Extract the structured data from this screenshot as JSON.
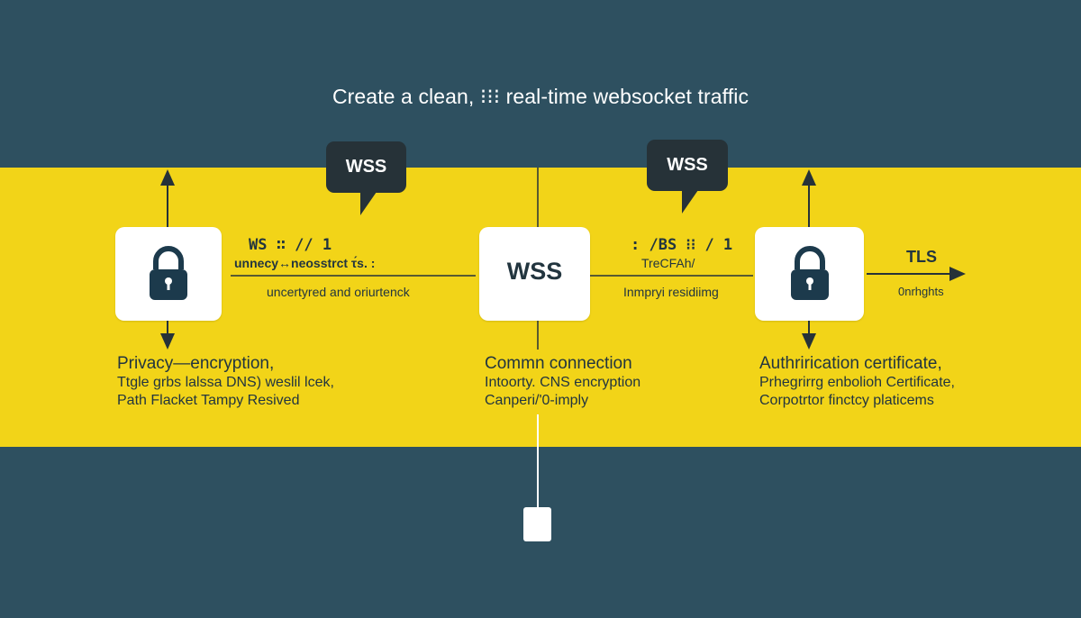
{
  "title": "Create a clean, ⁝⁝⁝ real-time websocket traffic",
  "colors": {
    "background": "#2e5060",
    "band": "#f2d418",
    "dark": "#263238",
    "box": "#ffffff"
  },
  "bubbles": {
    "left": "WSS",
    "right": "WSS"
  },
  "boxes": {
    "left_icon": "lock-icon",
    "center": "WSS",
    "right_icon": "lock-icon"
  },
  "link_left": {
    "top": "WS ∷ // 1",
    "mid": "unnecy↔neosstrct τ́s. :",
    "bottom": "uncertyred and oriurtenck"
  },
  "link_right": {
    "top": ": /BS ⁝⁝ / 1",
    "mid": "TreCFAh/",
    "bottom": "Inmpryi residiimg"
  },
  "tls": {
    "label": "TLS",
    "caption": "0nrhghts"
  },
  "columns": [
    {
      "heading": "Privacy—encryption,",
      "line1": "Ttgle grbs lalssa DNS) weslil lcek,",
      "line2": "Path Flacket Tampy Resived"
    },
    {
      "heading": "Commn connection",
      "line1": "Intoorty. CNS encryption",
      "line2": "Canperi/'0-imply"
    },
    {
      "heading": "Authrirication certificate,",
      "line1": "Prhegrirrg enbolioh Certificate,",
      "line2": "Corpotrtor finctcy platicems"
    }
  ]
}
